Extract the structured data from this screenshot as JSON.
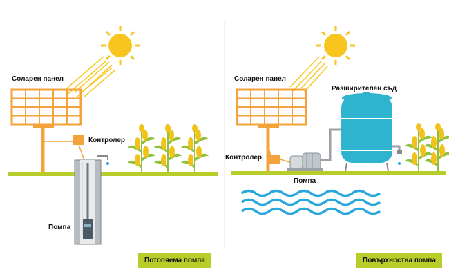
{
  "left": {
    "solar_panel_label": "Соларен панел",
    "controller_label": "Контролер",
    "pump_label": "Помпа",
    "badge": "Потопяема помпа"
  },
  "right": {
    "solar_panel_label": "Соларен панел",
    "tank_label": "Разширителен съд",
    "controller_label": "Контролер",
    "pump_label": "Помпа",
    "badge": "Повърхностна помпа"
  },
  "colors": {
    "sun": "#f7c51e",
    "panel": "#f4a23a",
    "ground": "#b8cc2a",
    "tank": "#2fb4cf",
    "water": "#29a7dd",
    "plant": "#f0c21a",
    "badge": "#b8cc2a"
  }
}
